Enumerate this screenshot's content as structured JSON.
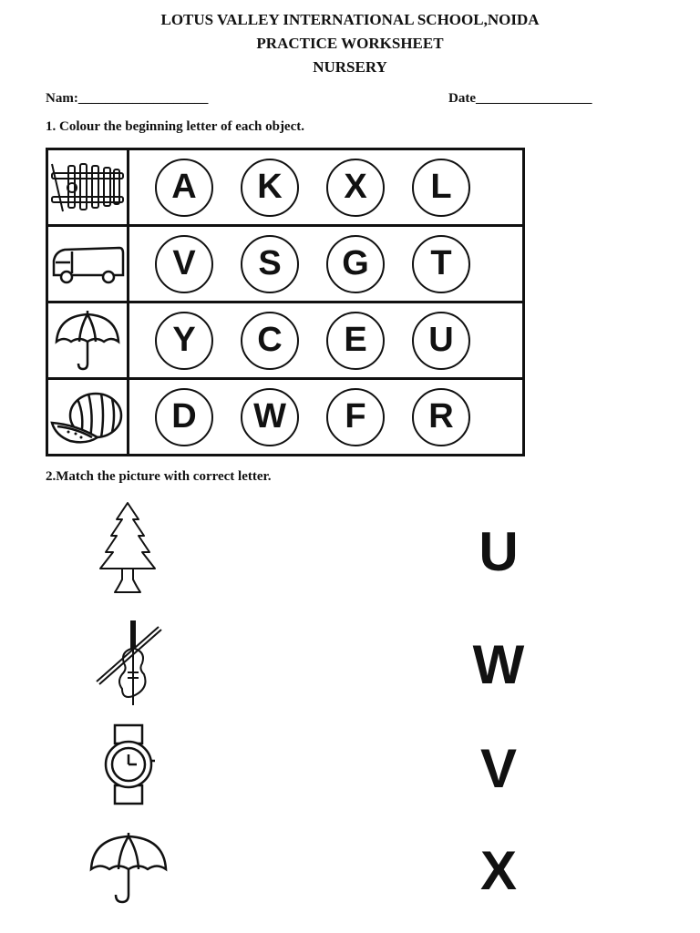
{
  "header": {
    "school": "LOTUS VALLEY INTERNATIONAL SCHOOL,NOIDA",
    "title": "PRACTICE WORKSHEET",
    "grade": "NURSERY"
  },
  "fields": {
    "name": "Nam:___________________",
    "date": "Date_________________"
  },
  "question1": {
    "text": "1. Colour the beginning letter of each object.",
    "rows": [
      {
        "icon": "xylophone-icon",
        "letters": [
          "A",
          "K",
          "X",
          "L"
        ]
      },
      {
        "icon": "van-icon",
        "letters": [
          "V",
          "S",
          "G",
          "T"
        ]
      },
      {
        "icon": "umbrella-icon",
        "letters": [
          "Y",
          "C",
          "E",
          "U"
        ]
      },
      {
        "icon": "watermelon-icon",
        "letters": [
          "D",
          "W",
          "F",
          "R"
        ]
      }
    ]
  },
  "question2": {
    "text": "2.Match the picture with correct letter.",
    "pictures": [
      "tree-icon",
      "violin-icon",
      "watch-icon",
      "umbrella-icon"
    ],
    "letters": [
      "U",
      "W",
      "V",
      "X"
    ]
  }
}
